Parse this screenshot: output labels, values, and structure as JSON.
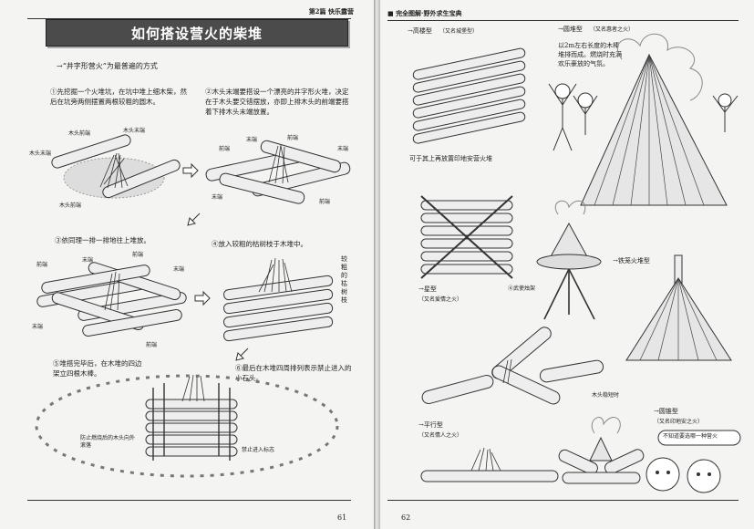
{
  "left_page": {
    "section": "第2篇 快乐露营",
    "title": "如何搭设营火的柴堆",
    "subtitle": "→“井字形营火”为最普遍的方式",
    "steps": [
      {
        "text": "①先挖掘一个火堆坑，在坑中堆上细木柴，然后在坑旁两侧摆置两根较粗的圆木。"
      },
      {
        "text": "②木头末端要搭设一个漂亮的井字形火堆，决定在于木头要交错摆放，亦即上排木头的前端要搭着下排木头末端放置。"
      },
      {
        "text": "③依同理一排一排地往上堆放。"
      },
      {
        "text": "④放入较粗的枯树枝于木堆中。"
      },
      {
        "text": "⑤堆搭完毕后，在木堆的四边架立四根木棒。"
      },
      {
        "text": "⑥最后在木堆四周排列表示禁止进入的小石头。"
      }
    ],
    "labels": {
      "end_a": "木头末端",
      "end_b": "木头末端",
      "front_a": "木头前端",
      "front_b": "木头前端",
      "front": "前端",
      "end": "末端",
      "thick_branch": "较粗的枯树枝",
      "stick_note": "防止燃烧后的木头向外滚落",
      "stone_note": "禁止进入标志"
    },
    "page_number": "61"
  },
  "right_page": {
    "header": "完全图解·野外求生宝典",
    "types": {
      "tower": "→高楼型",
      "tower_alt": "（又名城堡型）",
      "tower_note": "可于其上再放置印地安营火堆",
      "cone": "→圆堆型",
      "cone_alt": "（又名惠者之火）",
      "cone_note": "以2m左右长度的木棒堆排而成。燃烧时充满欢乐豪放的气氛。",
      "star": "→星型",
      "star_alt": "（又名爱情之火）",
      "basket": "④武使烛架",
      "iron": "→铁笼火堆型",
      "parallel": "→平行型",
      "parallel_alt": "（又名情人之火）",
      "wood_short": "木头稳短时",
      "conical": "→圆锥型",
      "conical_alt": "（又名印地安之火）",
      "speech": "不知道要选哪一种营火"
    },
    "page_number": "62"
  }
}
